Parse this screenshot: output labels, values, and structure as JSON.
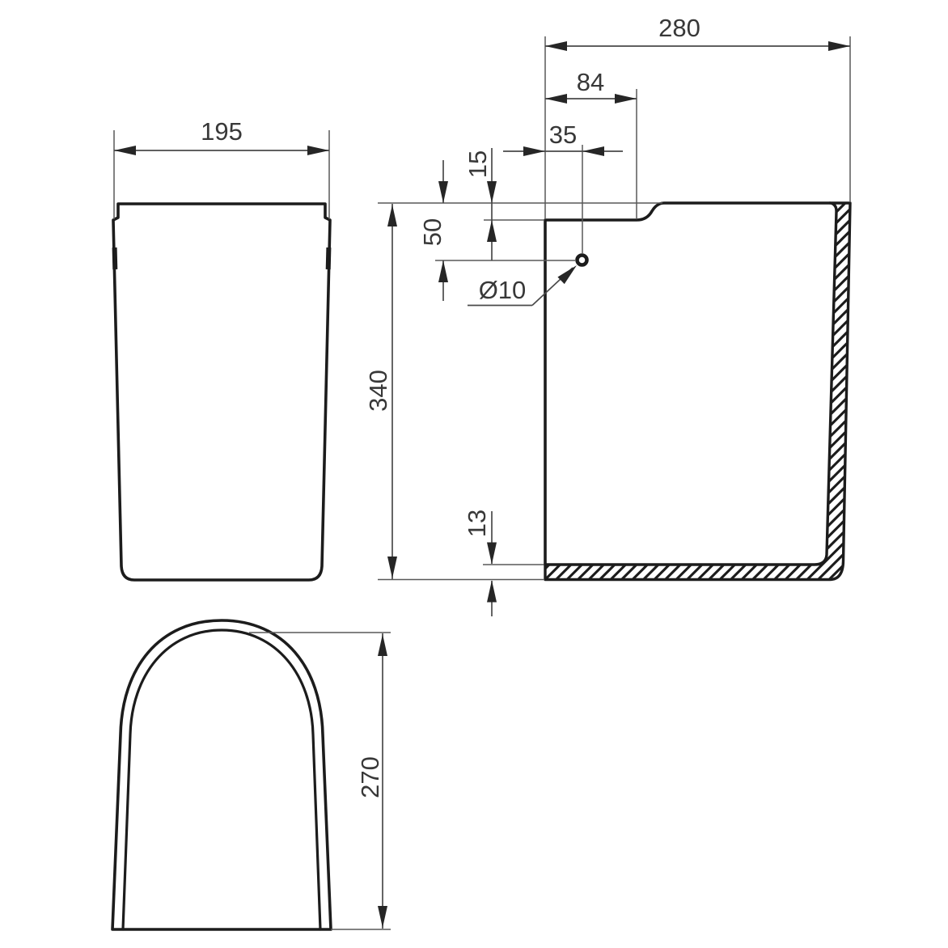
{
  "drawing": {
    "background": "#ffffff",
    "outline_color": "#1c1c1c",
    "dimension_line_color": "#4a4a4a",
    "text_color": "#383838",
    "hatch_style": "diagonal-section-hatch"
  },
  "front_view": {
    "width": "195"
  },
  "side_view": {
    "depth": "280",
    "rim_recess_depth": "84",
    "hole_setback": "35",
    "rim_step_height": "15",
    "hole_offset_from_top": "50",
    "hole_diameter": "Ø10",
    "height": "340",
    "base_thickness": "13"
  },
  "top_view": {
    "depth": "270"
  }
}
